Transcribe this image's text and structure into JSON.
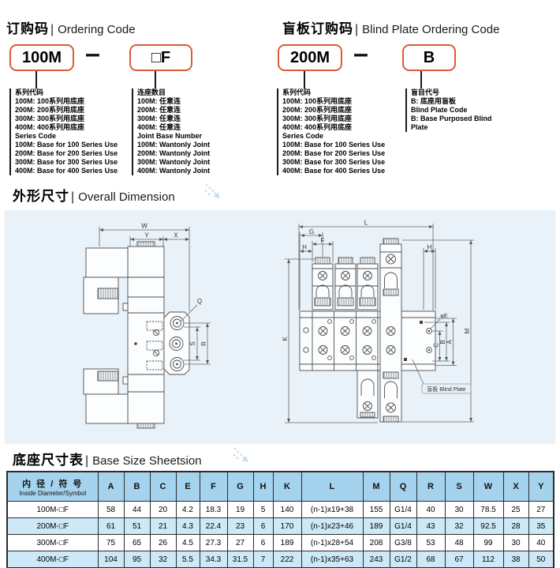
{
  "ordering": {
    "title_zh": "订购码",
    "sep": "|",
    "title_en": "Ordering Code",
    "code_series": "100M",
    "dash": "–",
    "code_joint": "□F"
  },
  "blind": {
    "title_zh": "盲板订购码",
    "sep": "|",
    "title_en": "Blind Plate Ordering Code",
    "code_series": "200M",
    "dash": "–",
    "code_blind": "B"
  },
  "series_block": {
    "zh_header": "系列代码",
    "zh_items": [
      "100M: 100系列用底座",
      "200M: 200系列用底座",
      "300M: 300系列用底座",
      "400M: 400系列用底座"
    ],
    "en_header": "Series Code",
    "en_items": [
      "100M: Base for 100 Series Use",
      "200M: Base for 200 Series Use",
      "300M: Base for 300 Series Use",
      "400M: Base for 400 Series Use"
    ]
  },
  "joint_block": {
    "zh_header": "连座数目",
    "zh_items": [
      "100M: 任意连",
      "200M: 任意连",
      "300M: 任意连",
      "400M: 任意连"
    ],
    "en_header": "Joint Base Number",
    "en_items": [
      "100M: Wantonly Joint",
      "200M: Wantonly Joint",
      "300M: Wantonly Joint",
      "400M: Wantonly Joint"
    ]
  },
  "blind_block": {
    "zh_header": "盲目代号",
    "zh_items": [
      "B: 底座用盲板"
    ],
    "en_header": "Blind Plate Code",
    "en_items": [
      "B: Base Purposed Blind",
      "Plate"
    ]
  },
  "dimension": {
    "title_zh": "外形尺寸",
    "sep": "|",
    "title_en": "Overall Dimension",
    "labels": {
      "w": "W",
      "y": "Y",
      "x": "X",
      "q": "Q",
      "s": "S",
      "r": "R",
      "l": "L",
      "g": "G",
      "f": "F",
      "h": "H",
      "k": "K",
      "m": "M",
      "a": "A",
      "b": "B",
      "c": "C",
      "e": "φE",
      "blind_plate": "盲板 Blind Plate"
    }
  },
  "table": {
    "title_zh": "底座尺寸表",
    "sep": "|",
    "title_en": "Base Size Sheetsion",
    "label_header_zh": "内 径 / 符 号",
    "label_header_en": "Inside Diameter/Symbol",
    "columns": [
      "A",
      "B",
      "C",
      "E",
      "F",
      "G",
      "H",
      "K",
      "L",
      "M",
      "Q",
      "R",
      "S",
      "W",
      "X",
      "Y"
    ],
    "rows": [
      {
        "label": "100M-□F",
        "values": [
          "58",
          "44",
          "20",
          "4.2",
          "18.3",
          "19",
          "5",
          "140",
          "(n-1)x19+38",
          "155",
          "G1/4",
          "40",
          "30",
          "78.5",
          "25",
          "27"
        ]
      },
      {
        "label": "200M-□F",
        "values": [
          "61",
          "51",
          "21",
          "4.3",
          "22.4",
          "23",
          "6",
          "170",
          "(n-1)x23+46",
          "189",
          "G1/4",
          "43",
          "32",
          "92.5",
          "28",
          "35"
        ]
      },
      {
        "label": "300M-□F",
        "values": [
          "75",
          "65",
          "26",
          "4.5",
          "27.3",
          "27",
          "6",
          "189",
          "(n-1)x28+54",
          "208",
          "G3/8",
          "53",
          "48",
          "99",
          "30",
          "40"
        ]
      },
      {
        "label": "400M-□F",
        "values": [
          "104",
          "95",
          "32",
          "5.5",
          "34.3",
          "31.5",
          "7",
          "222",
          "(n-1)x35+63",
          "243",
          "G1/2",
          "68",
          "67",
          "112",
          "38",
          "50"
        ]
      }
    ]
  },
  "colors": {
    "accent_orange": "#dd5a3a",
    "panel_blue": "#e9f2f9",
    "table_header_blue": "#a5d2ec",
    "table_alt_row_blue": "#cde8f7",
    "arrow_icon_blue": "#b9d8eb"
  }
}
